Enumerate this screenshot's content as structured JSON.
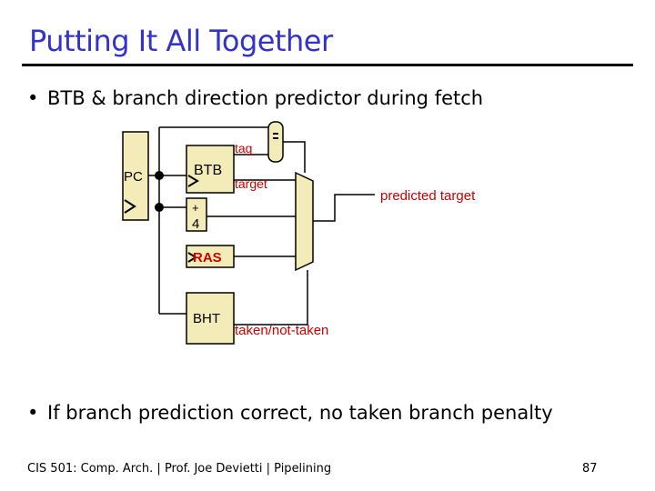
{
  "slide": {
    "title": "Putting It All Together",
    "bullets": [
      "BTB & branch direction predictor during fetch",
      "If branch prediction correct, no taken branch penalty"
    ]
  },
  "diagram": {
    "pc": "PC",
    "btb": "BTB",
    "tag": "tag",
    "target": "target",
    "plus": "+",
    "four": "4",
    "ras": "RAS",
    "bht": "BHT",
    "predicted_target": "predicted target",
    "taken_not_taken": "taken/not-taken"
  },
  "footer": {
    "left": "CIS 501: Comp. Arch.  |  Prof. Joe Devietti  |  Pipelining",
    "page": "87"
  },
  "colors": {
    "title": "#3333cc",
    "block_fill": "#f3ecb9",
    "label_red": "#cc0000"
  }
}
